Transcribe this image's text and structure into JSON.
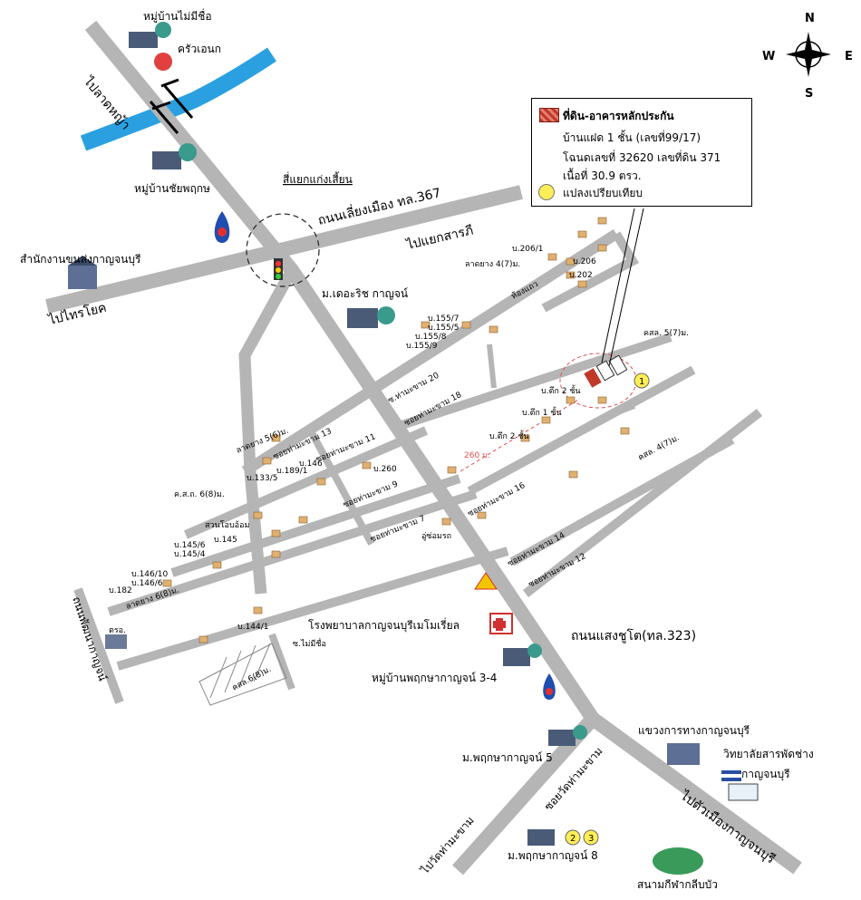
{
  "compass": {
    "n": "N",
    "s": "S",
    "e": "E",
    "w": "W"
  },
  "legend": {
    "title": "ที่ดิน-อาคารหลักประกัน",
    "line1": "บ้านแฝด 1 ชั้น (เลขที่99/17)",
    "line2": "โฉนดเลขที่ 32620 เลขที่ดิน 371",
    "line3": "เนื้อที่ 30.9 ตรว.",
    "comparable": "แปลงเปรียบเทียบ"
  },
  "roads": {
    "to_lat_ya": "ไปลาดหญ้า",
    "liang_mueang": "ถนนเลี่ยงเมือง ทล.367",
    "to_sarapi": "ไปแยกสารภี",
    "to_sai_yok": "ไปไทรโยค",
    "saeng_chuto": "ถนนแสงชูโต(ทล.323)",
    "phanthu": "ถนนพัฒนากาญจน์",
    "to_city": "ไปตัวเมืองกาญจนบุรี",
    "to_wat_tha_ma_kham": "ไปวัดท่ามะขาม",
    "soi_wat": "ซอยวัดท่ามะขาม",
    "soi20": "ซ.ท่ามะขาม 20",
    "soi18": "ซอยท่ามะขาม 18",
    "soi16": "ซอยท่ามะขาม 16",
    "soi14": "ซอยท่ามะขาม 14",
    "soi12": "ซอยท่ามะขาม 12",
    "soi13": "ซอยท่ามะขาม 13",
    "soi11": "ซอยท่ามะขาม 11",
    "soi9": "ซอยท่ามะขาม 9",
    "soi7": "ซอยท่ามะขาม 7",
    "lat_yang_47": "ลาดยาง 4(7)ม.",
    "lat_yang_56": "ลาดยาง 5(6)ม.",
    "lat_yang_68": "ลาดยาง 6(8)ม.",
    "ksl_57": "คสล. 5(7)ม.",
    "ksl_47": "คสล. 4(7)ม.",
    "ksl_68": "คสล.6(8)ม.",
    "kst_68": "ค.ส.ถ. 6(8)ม.",
    "unnamed_soi": "ซ.ไม่มีชื่อ"
  },
  "places": {
    "village_no_name": "หมู่บ้านไม่มีชื่อ",
    "krua_enok": "ครัวเอนก",
    "village_chai": "หมู่บ้านชัยพฤกษ",
    "intersection": "สี่แยกแก่งเสี้ยน",
    "transport_office": "สำนักงานขนส่งกาญจนบุรี",
    "m_the_rich": "ม.เดอะริช กาญจน์",
    "hospital": "โรงพยาบาลกาญจนบุรีเมโมเรี่ยล",
    "village_34": "หมู่บ้านพฤกษากาญจน์ 3-4",
    "m_5": "ม.พฤกษากาญจน์  5",
    "highway_office": "แขวงการทางกาญจนบุรี",
    "college_1": "วิทยาลัยสารพัดช่าง",
    "college_2": "กาญจนบุรี",
    "m_8": "ม.พฤกษากาญจน์  8",
    "stadium": "สนามกีฬากลีบบัว",
    "repair_shop": "อู่ซ่อมรถ",
    "shop_row": "ห้องแถว",
    "garden": "สวนโอบอ้อม",
    "police": "ตรอ.",
    "distance": "260  ม."
  },
  "houses": {
    "b206_1": "บ.206/1",
    "b206": "บ.206",
    "b202": "บ.202",
    "b155_7": "บ.155/7",
    "b155_5": "บ.155/5",
    "b155_8": "บ.155/8",
    "b155_9": "บ.155/9",
    "tuek2a": "บ.ตึก 2 ชั้น",
    "tuek1": "บ.ตึก 1 ชั้น",
    "tuek2b": "บ.ตึก 2 ชั้น",
    "b260": "บ.260",
    "b146": "บ.146",
    "b189_1": "บ.189/1",
    "b133_5": "บ.133/5",
    "b145": "บ.145",
    "b145_6": "บ.145/6",
    "b145_4": "บ.145/4",
    "b146_10": "บ.146/10",
    "b146_6": "บ.146/6",
    "b182": "บ.182",
    "b144_1": "บ.144/1"
  },
  "markers": {
    "m1": "1",
    "m2": "2",
    "m3": "3"
  },
  "colors": {
    "road": "#b5b5b5",
    "river": "#2aa0e0",
    "house": "#e0b070",
    "collateral": "#c0392b",
    "comparable": "#ffee55"
  }
}
